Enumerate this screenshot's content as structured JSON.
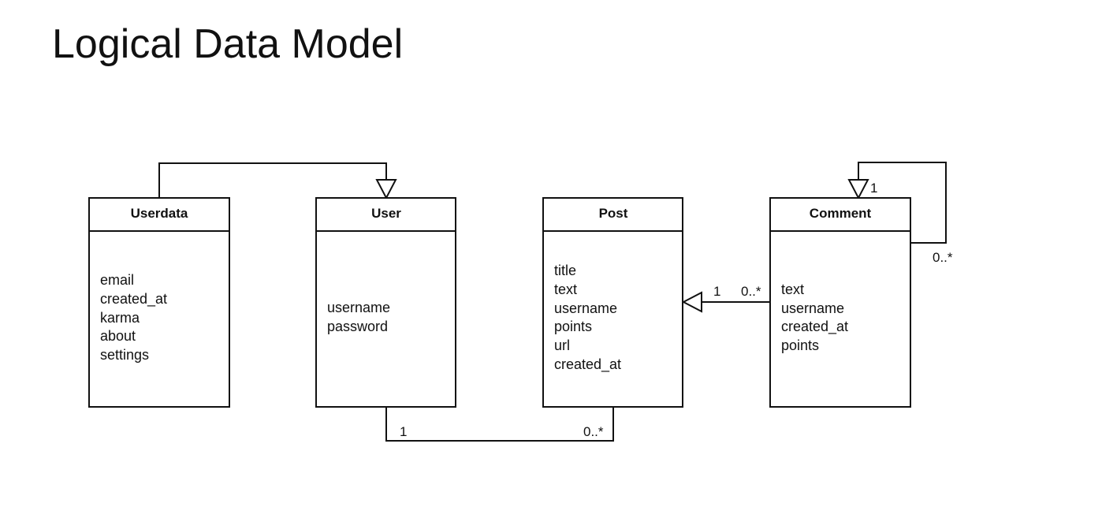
{
  "title": "Logical Data Model",
  "entities": {
    "userdata": {
      "name": "Userdata",
      "attributes": [
        "email",
        "created_at",
        "karma",
        "about",
        "settings"
      ]
    },
    "user": {
      "name": "User",
      "attributes": [
        "username",
        "password"
      ]
    },
    "post": {
      "name": "Post",
      "attributes": [
        "title",
        "text",
        "username",
        "points",
        "url",
        "created_at"
      ]
    },
    "comment": {
      "name": "Comment",
      "attributes": [
        "text",
        "username",
        "created_at",
        "points"
      ]
    }
  },
  "relations": {
    "user_post": {
      "source": "1",
      "target": "0..*"
    },
    "comment_post": {
      "source": "1",
      "target": "0..*"
    },
    "comment_self": {
      "source": "1",
      "target": "0..*"
    }
  }
}
